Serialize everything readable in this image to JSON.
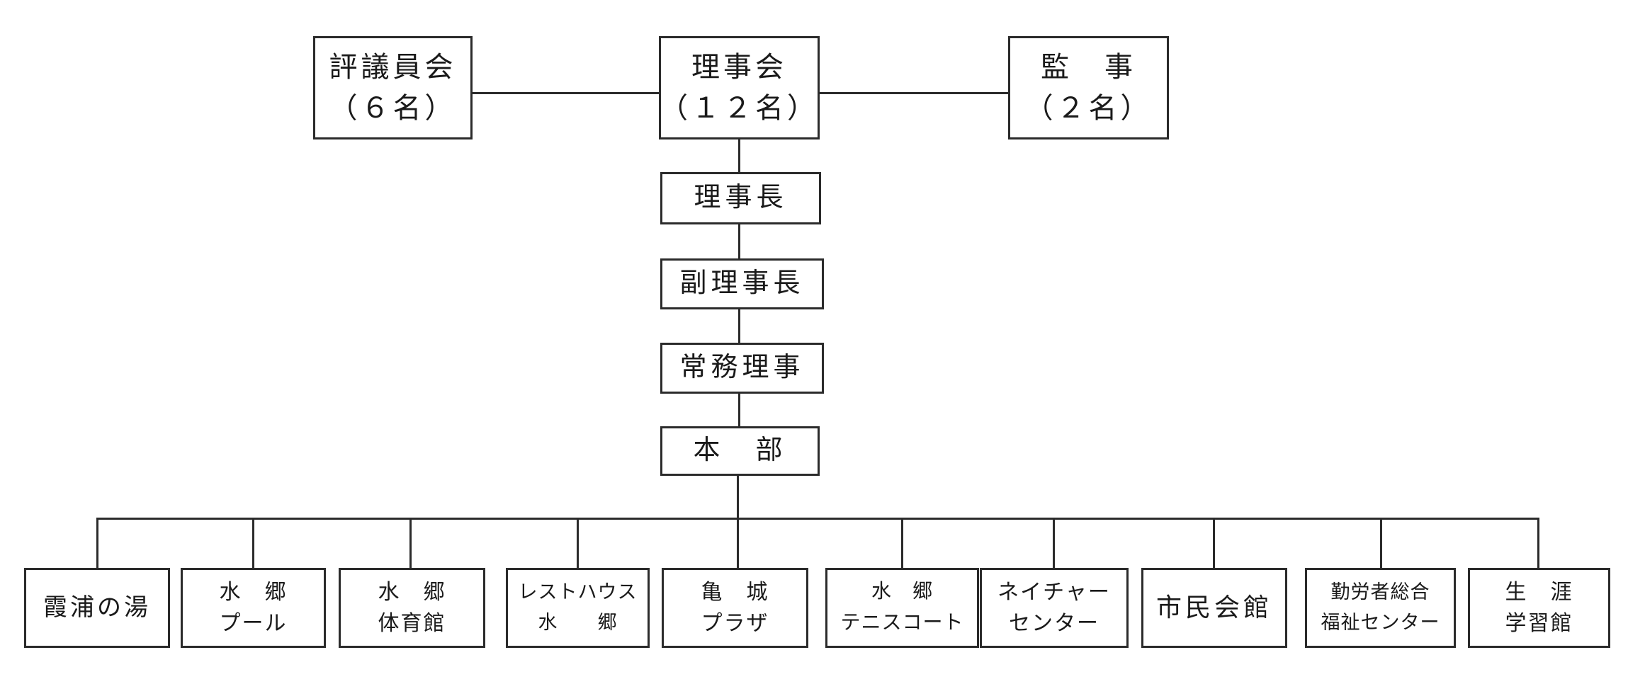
{
  "page": {
    "background": "#ffffff",
    "line_color": "#2b2b2b",
    "text_color": "#1a1a1a"
  },
  "org_chart": {
    "top_row": [
      {
        "id": "hyogiinkai",
        "lines": [
          "評議員会",
          "（６名）"
        ]
      },
      {
        "id": "rijikai",
        "lines": [
          "理事会",
          "（１２名）"
        ]
      },
      {
        "id": "kanji",
        "lines": [
          "監　事",
          "（２名）"
        ]
      }
    ],
    "executive_chain": [
      {
        "id": "rijicho",
        "label": "理事長"
      },
      {
        "id": "fukurijicho",
        "label": "副理事長"
      },
      {
        "id": "jomuriji",
        "label": "常務理事"
      },
      {
        "id": "honbu",
        "label": "本　部"
      }
    ],
    "facilities": [
      {
        "id": "kasumigaura-no-yu",
        "lines": [
          "霞浦の湯"
        ]
      },
      {
        "id": "suigo-pool",
        "lines": [
          "水　郷",
          "プール"
        ]
      },
      {
        "id": "suigo-taiikukan",
        "lines": [
          "水　郷",
          "体育館"
        ]
      },
      {
        "id": "resthouse-suigo",
        "lines": [
          "レストハウス",
          "水　　郷"
        ]
      },
      {
        "id": "kijo-plaza",
        "lines": [
          "亀　城",
          "プラザ"
        ]
      },
      {
        "id": "suigo-tennis-court",
        "lines": [
          "水　郷",
          "テニスコート"
        ]
      },
      {
        "id": "nature-center",
        "lines": [
          "ネイチャー",
          "センター"
        ]
      },
      {
        "id": "shimin-kaikan",
        "lines": [
          "市民会館"
        ]
      },
      {
        "id": "kinrosha-fukushi",
        "lines": [
          "勤労者総合",
          "福祉センター"
        ]
      },
      {
        "id": "shogai-gakushukan",
        "lines": [
          "生　涯",
          "学習館"
        ]
      }
    ]
  }
}
